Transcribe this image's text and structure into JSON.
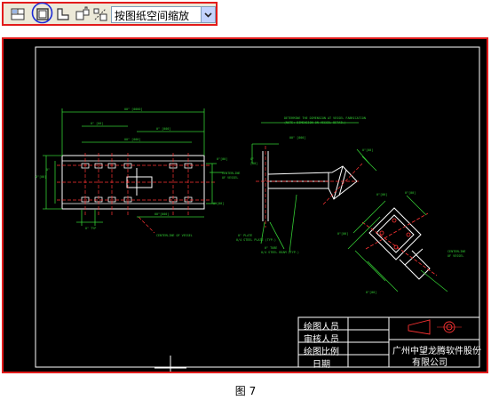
{
  "toolbar": {
    "buttons": [
      {
        "icon": "layout-viewports-icon"
      },
      {
        "icon": "paper-space-icon",
        "highlighted": true
      },
      {
        "icon": "model-space-icon"
      },
      {
        "icon": "viewport-lock-icon"
      },
      {
        "icon": "scale-annotation-icon"
      }
    ],
    "zoom_select": {
      "value": "按图纸空间缩放"
    }
  },
  "title_block": {
    "rows": [
      "绘图人员",
      "审核人员",
      "绘图比例",
      "日期"
    ],
    "company_line1": "广州中望龙腾软件股份",
    "company_line2": "有限公司"
  },
  "caption": "图 7",
  "colors": {
    "highlight_border": "#e21b1b",
    "drawing_background": "#000000",
    "dimension_color": "#33cc33",
    "geometry_color": "#ffffff",
    "centerline_color": "#ff3333",
    "selection_ring": "#1e2bd6"
  }
}
